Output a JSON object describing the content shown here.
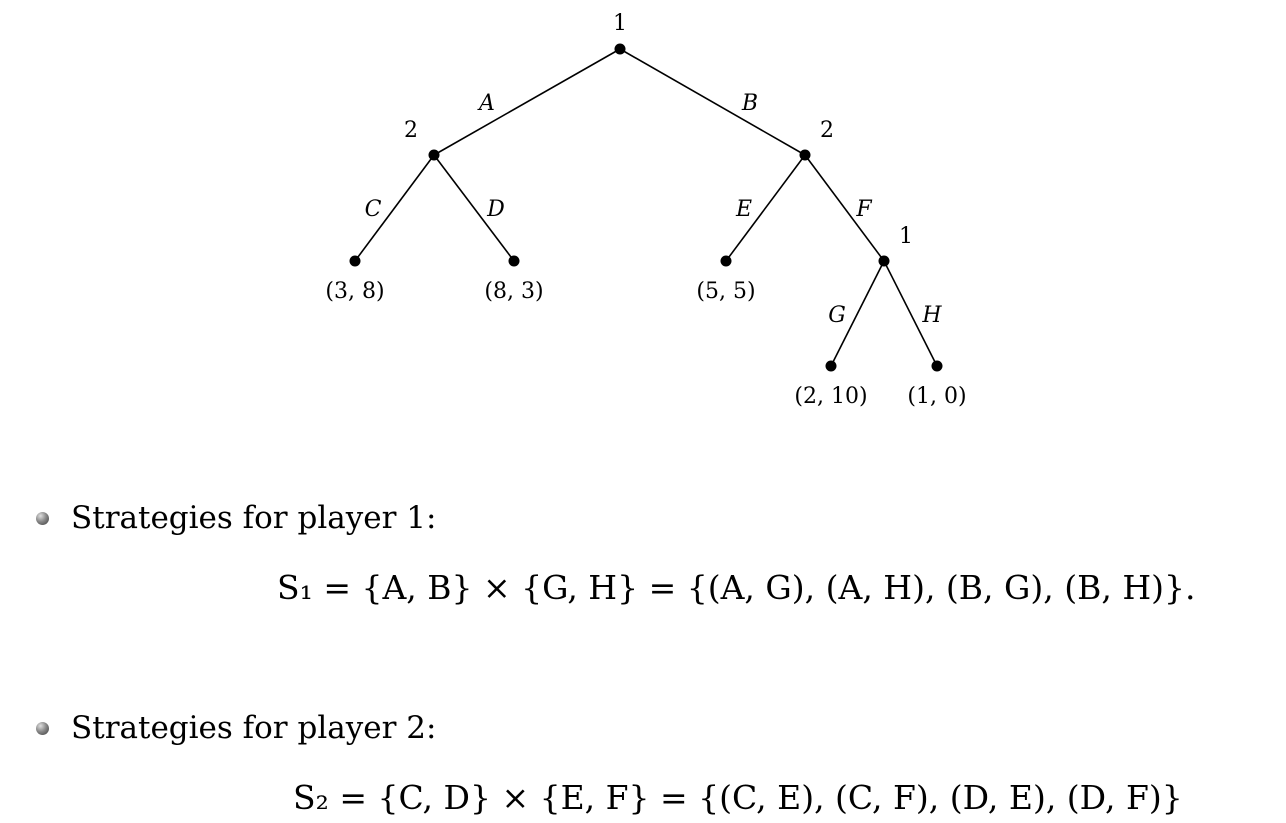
{
  "tree": {
    "nodes": [
      {
        "id": "root",
        "player": "1"
      },
      {
        "id": "n-left",
        "player": "2"
      },
      {
        "id": "n-right",
        "player": "2"
      },
      {
        "id": "n-f",
        "player": "1"
      }
    ],
    "actions": [
      "A",
      "B",
      "C",
      "D",
      "E",
      "F",
      "G",
      "H"
    ],
    "payoffs": {
      "C": "(3, 8)",
      "D": "(8, 3)",
      "E": "(5, 5)",
      "G": "(2, 10)",
      "H": "(1, 0)"
    }
  },
  "strategies": [
    {
      "label": "Strategies for player 1:",
      "formula": "S₁ = {A, B} × {G, H} = {(A, G), (A, H), (B, G), (B, H)}."
    },
    {
      "label": "Strategies for player 2:",
      "formula": "S₂ = {C, D} × {E, F} = {(C, E), (C, F), (D, E), (D, F)}"
    }
  ]
}
